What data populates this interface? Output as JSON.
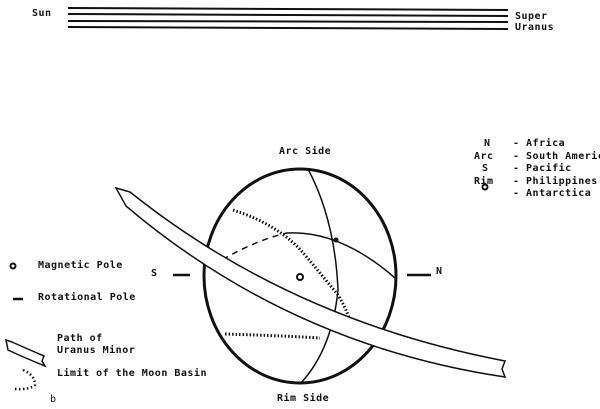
{
  "top": {
    "sun": "Sun",
    "super": "Super",
    "uranus": "Uranus"
  },
  "globe": {
    "top_label": "Arc Side",
    "bottom_label": "Rim Side",
    "left_label": "S",
    "right_label": "N"
  },
  "key": [
    {
      "code": "N",
      "name": "- Africa"
    },
    {
      "code": "Arc",
      "name": "- South America"
    },
    {
      "code": "S",
      "name": "- Pacific"
    },
    {
      "code": "Rim",
      "name": "- Philippines"
    },
    {
      "code": "o",
      "name": "- Antarctica"
    }
  ],
  "legend": {
    "magnetic": "Magnetic Pole",
    "rotational": "Rotational Pole",
    "path1": "Path of",
    "path2": "Uranus Minor",
    "limit": "Limit of the Moon Basin"
  },
  "panel": "b"
}
